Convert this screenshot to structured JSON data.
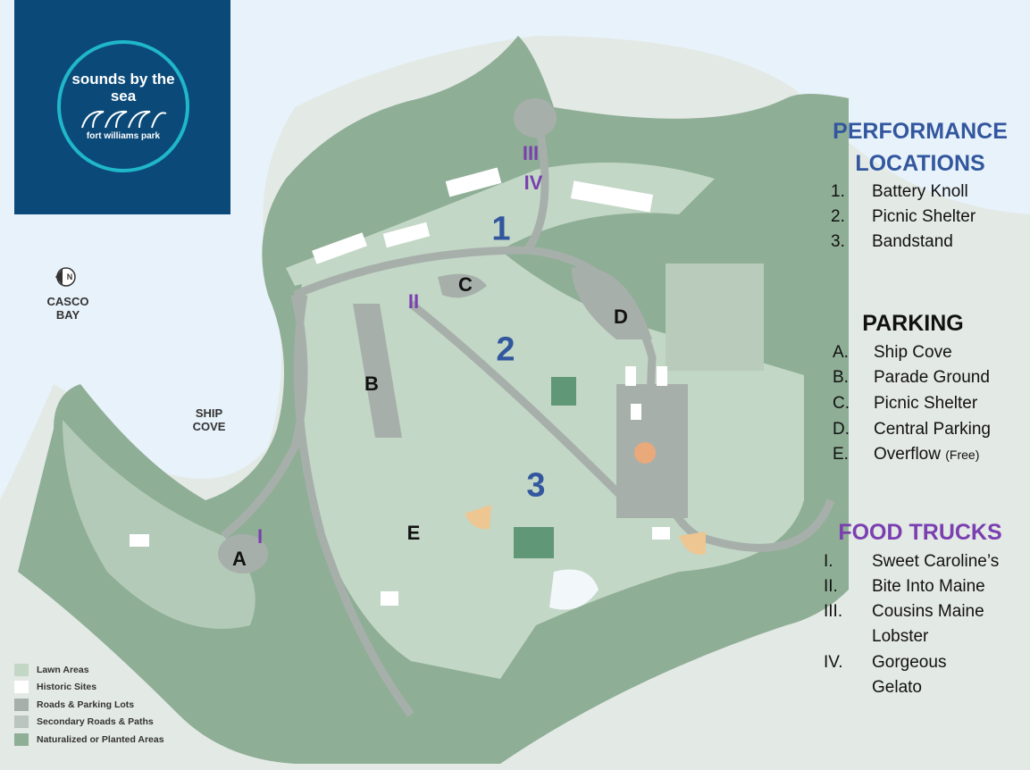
{
  "logo": {
    "title": "sounds by the sea",
    "subtitle": "fort williams park"
  },
  "map_labels": {
    "performance": [
      "1",
      "2",
      "3"
    ],
    "parking": [
      "A",
      "B",
      "C",
      "D",
      "E"
    ],
    "food": [
      "I",
      "II",
      "III",
      "IV"
    ],
    "casco_bay": [
      "CASCO",
      "BAY"
    ],
    "ship_cove": [
      "SHIP",
      "COVE"
    ],
    "north": "N"
  },
  "performance_locations": {
    "heading": [
      "PERFORMANCE",
      "LOCATIONS"
    ],
    "items": [
      {
        "key": "1.",
        "label": "Battery Knoll"
      },
      {
        "key": "2.",
        "label": "Picnic Shelter"
      },
      {
        "key": "3.",
        "label": "Bandstand"
      }
    ]
  },
  "parking": {
    "heading": "PARKING",
    "items": [
      {
        "key": "A.",
        "label": "Ship Cove"
      },
      {
        "key": "B.",
        "label": "Parade Ground"
      },
      {
        "key": "C.",
        "label": "Picnic Shelter"
      },
      {
        "key": "D.",
        "label": "Central Parking"
      },
      {
        "key": "E.",
        "label": "Overflow",
        "note": "(Free)"
      }
    ]
  },
  "food_trucks": {
    "heading": "FOOD TRUCKS",
    "items": [
      {
        "key": "I.",
        "label": "Sweet Caroline’s"
      },
      {
        "key": "II.",
        "label": "Bite Into Maine"
      },
      {
        "key": "III.",
        "label": "Cousins Maine"
      },
      {
        "key": "",
        "label": "Lobster"
      },
      {
        "key": "IV.",
        "label": "Gorgeous"
      },
      {
        "key": "",
        "label": "Gelato"
      }
    ]
  },
  "legend": [
    {
      "label": "Lawn Areas",
      "color": "#c3d7c6"
    },
    {
      "label": "Historic Sites",
      "color": "#ffffff"
    },
    {
      "label": "Roads & Parking Lots",
      "color": "#a7afab"
    },
    {
      "label": "Secondary Roads & Paths",
      "color": "#b9c5bd"
    },
    {
      "label": "Naturalized or Planted Areas",
      "color": "#8fae96"
    }
  ],
  "colors": {
    "performance": "#33579e",
    "food": "#7a3fb0",
    "water": "#e8f2fa",
    "logo_bg": "#0b4a78",
    "logo_ring": "#1fb7c9"
  }
}
